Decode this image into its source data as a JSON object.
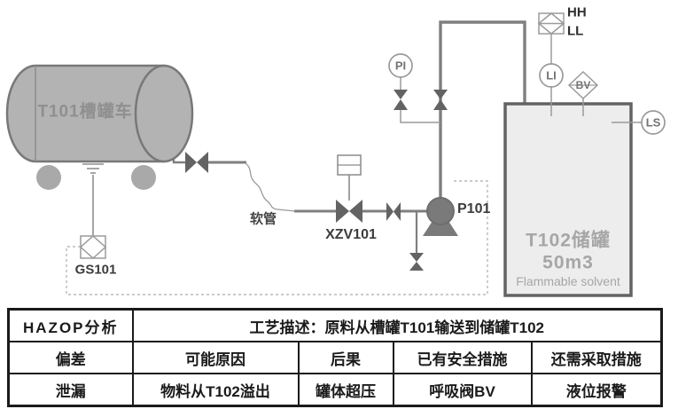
{
  "colors": {
    "pipe": "#7f7f7f",
    "valve": "#636363",
    "truck_fill": "#b3b3b3",
    "truck_stroke": "#787878",
    "wheel_fill": "#a9a9a9",
    "tank_fill": "#ededed",
    "tank_stroke": "#636363",
    "instrument_stroke": "#9a9a9a",
    "signal_dashed": "#b8b8b8",
    "label_gray": "#8f8f8f",
    "tank_text": "#a6a6a6",
    "table_border": "#1a1a1a",
    "table_text": "#1a1a1a"
  },
  "diagram": {
    "truck_label": "T101槽罐车",
    "hose_label": "软管",
    "xzv_valve_label": "XZV101",
    "ground_sensor_label": "GS101",
    "pump_label": "P101",
    "alarm_high_label": "HH",
    "alarm_low_label": "LL",
    "pressure_indicator_label": "PI",
    "level_indicator_label": "LI",
    "breather_valve_label": "BV",
    "level_switch_label": "LS",
    "tank_name": "T102储罐",
    "tank_capacity": "50m3",
    "tank_content": "Flammable solvent"
  },
  "table": {
    "title": "HAZOP分析",
    "process_description": "工艺描述：原料从槽罐T101输送到储罐T102",
    "headers": [
      "偏差",
      "可能原因",
      "后果",
      "已有安全措施",
      "还需采取措施"
    ],
    "rows": [
      [
        "泄漏",
        "物料从T102溢出",
        "罐体超压",
        "呼吸阀BV",
        "液位报警"
      ]
    ]
  }
}
